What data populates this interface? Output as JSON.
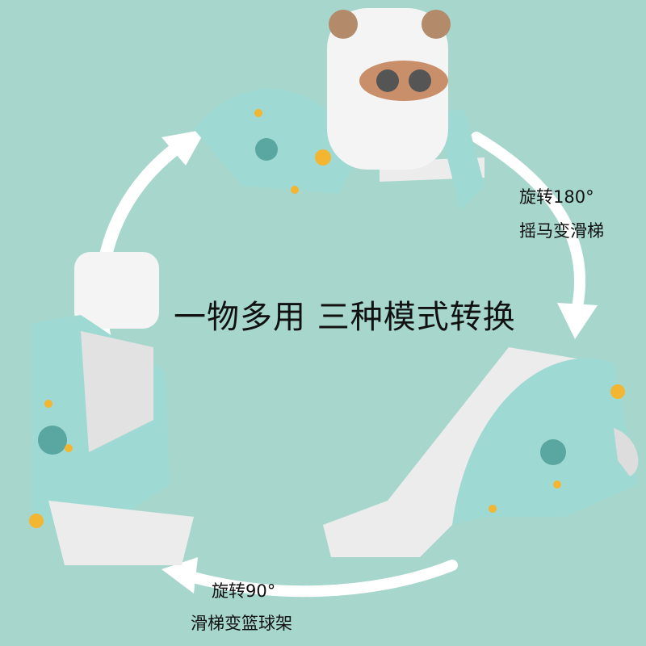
{
  "headline": "一物多用 三种模式转换",
  "captions": [
    {
      "line1": "旋转180°",
      "line2": "摇马变滑梯"
    },
    {
      "line1": "旋转90°",
      "line2": "滑梯变篮球架"
    }
  ],
  "colors": {
    "background": "#a6d6cc",
    "toy_body": "#9fd9d3",
    "toy_white": "#ececec",
    "accent_yellow": "#f2b632",
    "arrows": "#ffffff"
  },
  "modes": [
    "rocking-horse",
    "slide",
    "basketball-stand"
  ]
}
